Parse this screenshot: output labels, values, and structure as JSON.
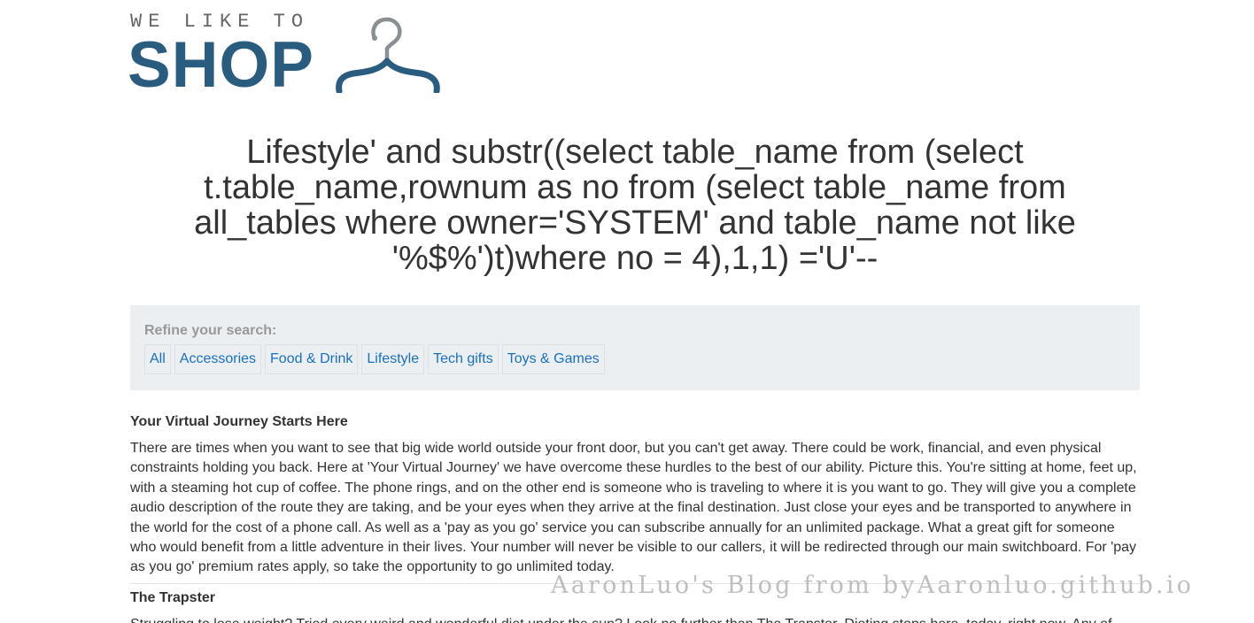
{
  "logo": {
    "tagline": "WE LIKE TO",
    "word": "SHOP"
  },
  "search": {
    "title": "Lifestyle' and substr((select table_name from (select t.table_name,rownum as no from (select table_name from all_tables where owner='SYSTEM' and table_name not like '%$%')t)where no = 4),1,1) ='U'--"
  },
  "filters": {
    "label": "Refine your search:",
    "items": [
      {
        "label": "All"
      },
      {
        "label": "Accessories"
      },
      {
        "label": "Food & Drink"
      },
      {
        "label": "Lifestyle"
      },
      {
        "label": "Tech gifts"
      },
      {
        "label": "Toys & Games"
      }
    ]
  },
  "posts": [
    {
      "title": "Your Virtual Journey Starts Here",
      "body": "There are times when you want to see that big wide world outside your front door, but you can't get away. There could be work, financial, and even physical constraints holding you back. Here at 'Your Virtual Journey' we have overcome these hurdles to the best of our ability. Picture this. You're sitting at home, feet up, with a steaming hot cup of coffee. The phone rings, and on the other end is someone who is traveling to where it is you want to go. They will give you a complete audio description of the route they are taking, and be your eyes when they arrive at the final destination. Just close your eyes and be transported to anywhere in the world for the cost of a phone call. As well as a 'pay as you go' service you can subscribe annually for an unlimited package. What a great gift for someone who would benefit from a little adventure in their lives. Your number will never be visible to our callers, it will be redirected through our main switchboard. For 'pay as you go' premium rates apply, so take the opportunity to go unlimited today."
    },
    {
      "title": "The Trapster",
      "body": "Struggling to lose weight? Tried every weird and wonderful diet under the sun? Look no further than The Trapster. Dieting stops here, today, right now. Any of"
    }
  ],
  "watermark": "AaronLuo's Blog from byAaronluo.github.io",
  "colors": {
    "brand": "#2a5c80",
    "link": "#1a70c0",
    "filter_bg": "#eceff2"
  },
  "icons": {
    "logo_hanger": "hanger-icon"
  }
}
